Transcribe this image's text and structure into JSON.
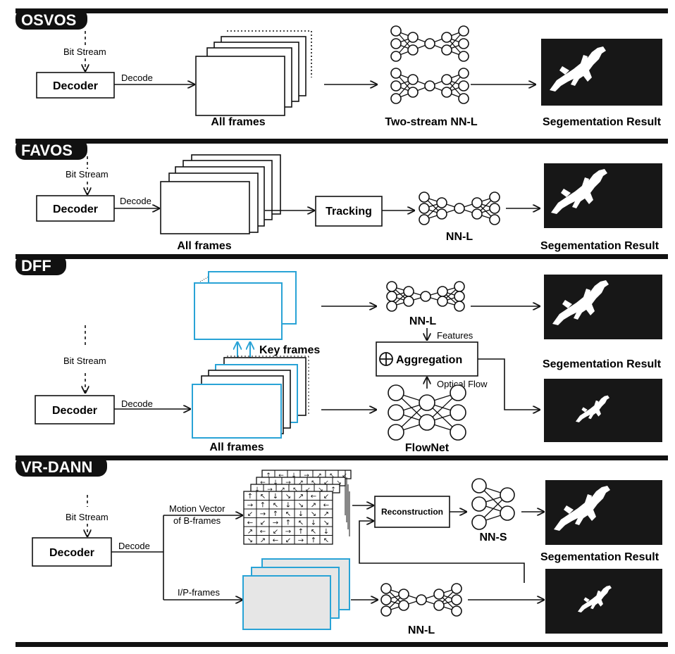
{
  "panels": [
    {
      "title": "OSVOS",
      "bit_stream": "Bit Stream",
      "decoder": "Decoder",
      "decode": "Decode",
      "frames": "All frames",
      "network": "Two-stream NN-L",
      "result": "Segementation Result"
    },
    {
      "title": "FAVOS",
      "bit_stream": "Bit Stream",
      "decoder": "Decoder",
      "decode": "Decode",
      "frames": "All frames",
      "tracking": "Tracking",
      "network": "NN-L",
      "result": "Segementation Result"
    },
    {
      "title": "DFF",
      "bit_stream": "Bit Stream",
      "decoder": "Decoder",
      "decode": "Decode",
      "key_frames": "Key frames",
      "frames": "All frames",
      "network": "NN-L",
      "features": "Features",
      "aggregation": "Aggregation",
      "optical_flow": "Optical Flow",
      "flownet": "FlowNet",
      "result": "Segementation Result"
    },
    {
      "title": "VR-DANN",
      "bit_stream": "Bit Stream",
      "decoder": "Decoder",
      "decode": "Decode",
      "motion_vector_line1": "Motion Vector",
      "motion_vector_line2": "of B-frames",
      "ip_frames": "I/P-frames",
      "reconstruction": "Reconstruction",
      "network_s": "NN-S",
      "network_l": "NN-L",
      "result": "Segementation Result"
    }
  ],
  "colors": {
    "line": "#111111",
    "key_frame_blue": "#29a3d6",
    "ip_fill": "#e6e6e6",
    "result_bg": "#171717",
    "silhouette": "#ffffff"
  }
}
